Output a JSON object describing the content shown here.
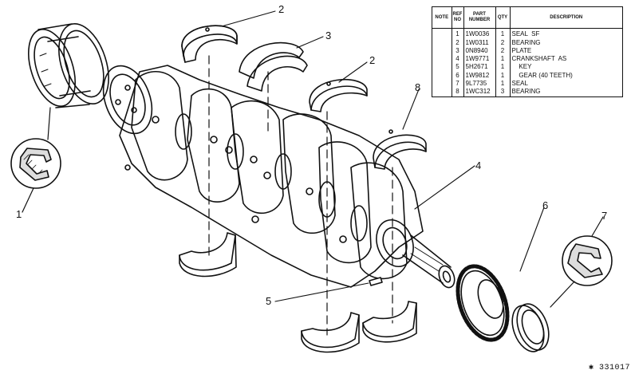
{
  "parts_table": {
    "headers": [
      "NOTE",
      "REF NO",
      "PART NUMBER",
      "QTY",
      "DESCRIPTION"
    ],
    "rows": [
      {
        "note": "",
        "ref": "1",
        "part": "1W0036",
        "qty": "1",
        "desc": "SEAL  SF"
      },
      {
        "note": "",
        "ref": "2",
        "part": "1W0311",
        "qty": "2",
        "desc": "BEARING"
      },
      {
        "note": "",
        "ref": "3",
        "part": "0N8940",
        "qty": "2",
        "desc": "PLATE"
      },
      {
        "note": "",
        "ref": "4",
        "part": "1W9771",
        "qty": "1",
        "desc": "CRANKSHAFT  AS"
      },
      {
        "note": "",
        "ref": "5",
        "part": "5H2671",
        "qty": "1",
        "desc": "    KEY"
      },
      {
        "note": "",
        "ref": "6",
        "part": "1W9812",
        "qty": "1",
        "desc": "    GEAR (40 TEETH)"
      },
      {
        "note": "",
        "ref": "7",
        "part": "9L7735",
        "qty": "1",
        "desc": "SEAL"
      },
      {
        "note": "",
        "ref": "8",
        "part": "1WC312",
        "qty": "3",
        "desc": "BEARING"
      }
    ]
  },
  "callouts": {
    "c1": "1",
    "c2a": "2",
    "c2b": "2",
    "c3": "3",
    "c4": "4",
    "c5": "5",
    "c6": "6",
    "c7": "7",
    "c8": "8"
  },
  "drawing_number": "✱ 331017"
}
